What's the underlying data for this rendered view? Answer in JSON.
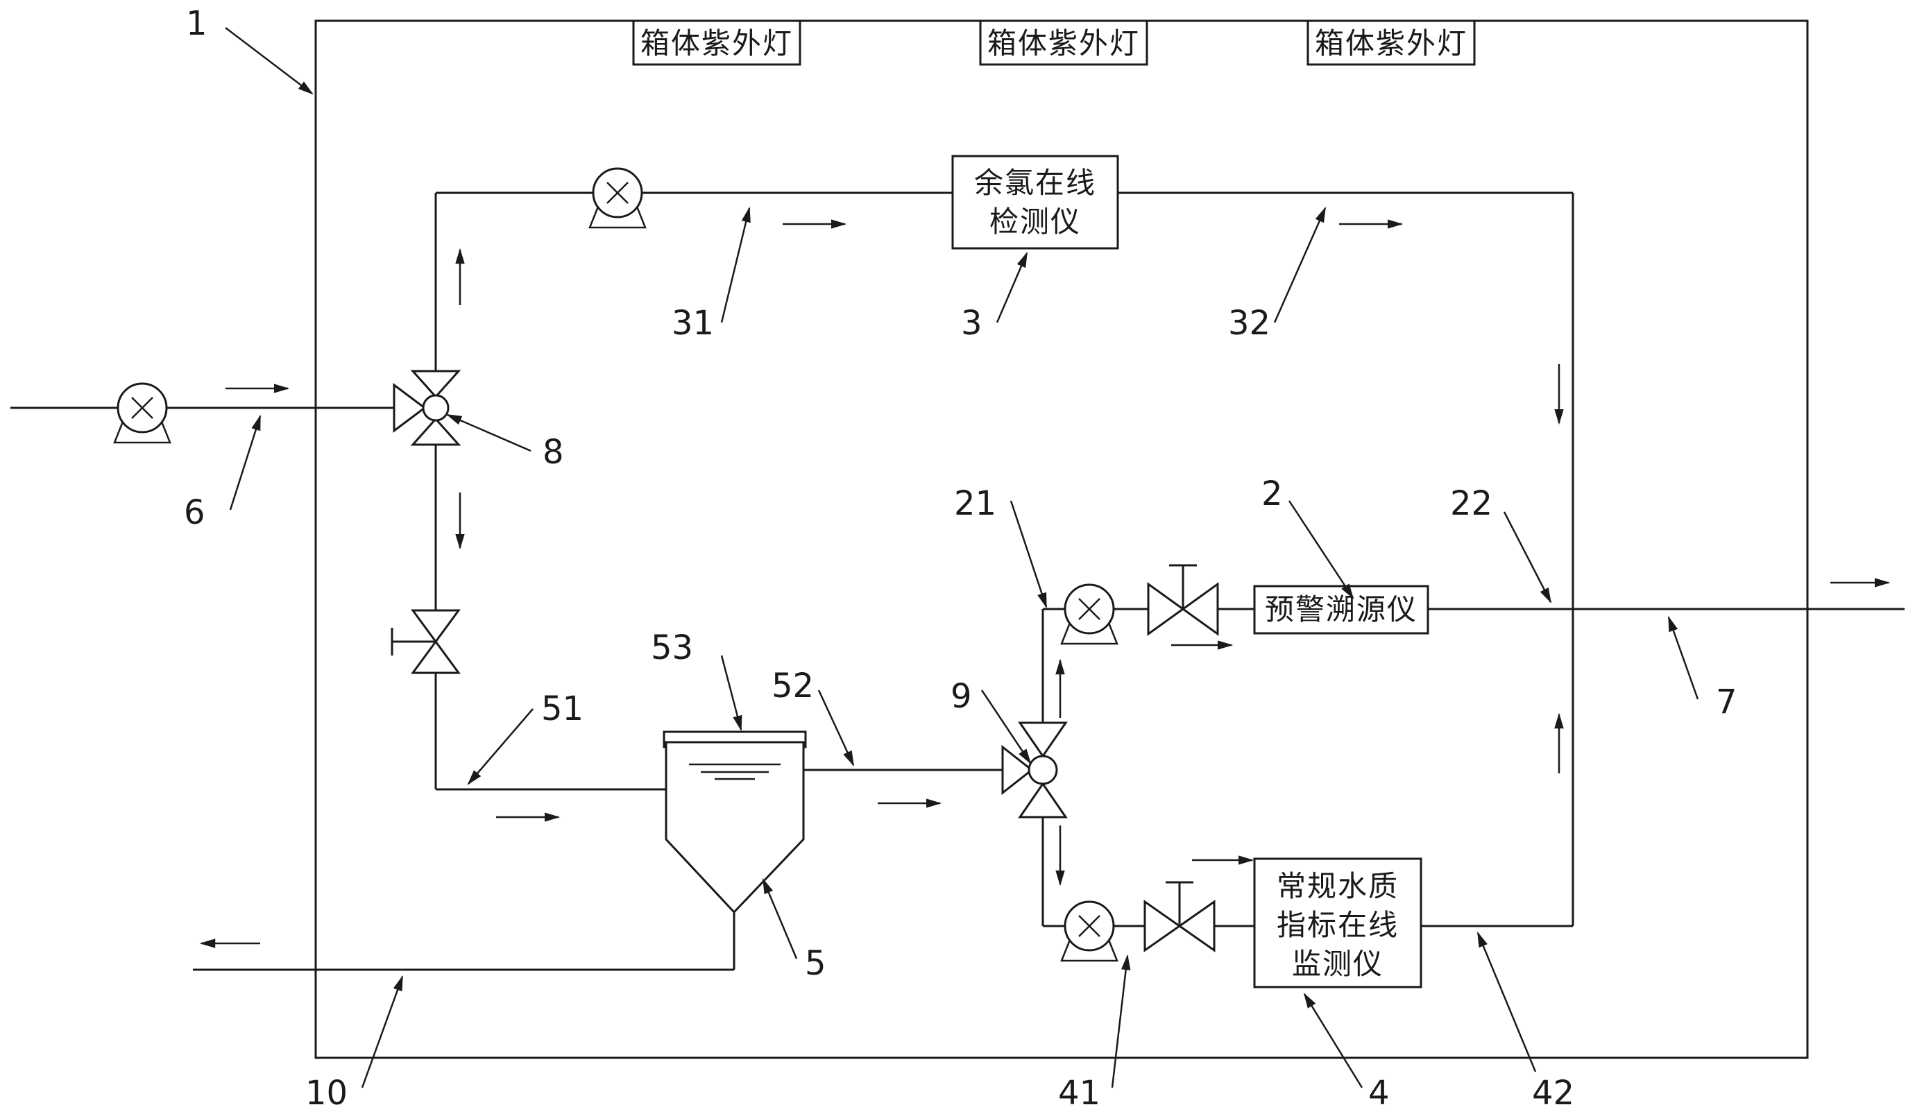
{
  "labels": {
    "uv_lamp_1": "箱体紫外灯",
    "uv_lamp_2": "箱体紫外灯",
    "uv_lamp_3": "箱体紫外灯",
    "chlorine_analyzer_line1": "余氯在线",
    "chlorine_analyzer_line2": "检测仪",
    "warning_tracer": "预警溯源仪",
    "quality_monitor_line1": "常规水质",
    "quality_monitor_line2": "指标在线",
    "quality_monitor_line3": "监测仪"
  },
  "refs": {
    "r1": "1",
    "r2": "2",
    "r3": "3",
    "r4": "4",
    "r5": "5",
    "r6": "6",
    "r7": "7",
    "r8": "8",
    "r9": "9",
    "r10": "10",
    "r21": "21",
    "r22": "22",
    "r31": "31",
    "r32": "32",
    "r41": "41",
    "r42": "42",
    "r51": "51",
    "r52": "52",
    "r53": "53"
  }
}
